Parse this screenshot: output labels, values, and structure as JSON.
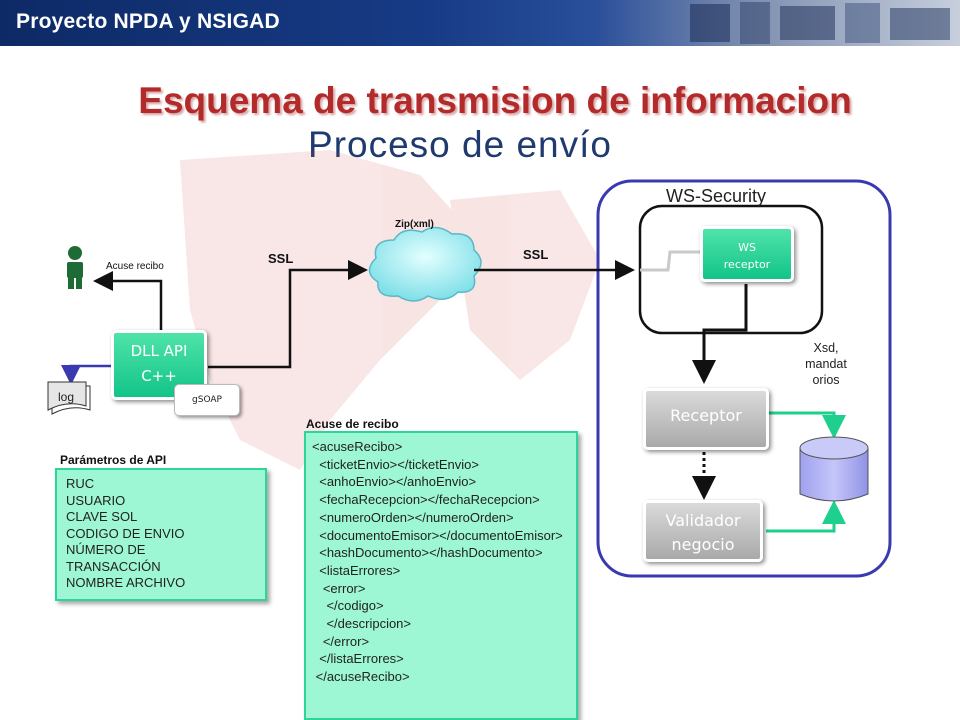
{
  "header": {
    "title": "Proyecto NPDA y NSIGAD",
    "bar_color": "#173b86"
  },
  "slide": {
    "title": "Esquema de transmision de informacion",
    "subtitle": "Proceso de envío"
  },
  "diagram": {
    "actor_label": "Acuse recibo",
    "dll_box": {
      "line1": "DLL API",
      "line2": "C++"
    },
    "gsoap_label": "gSOAP",
    "log_label": "log",
    "ssl_left": "SSL",
    "ssl_right": "SSL",
    "cloud_label": "Zip(xml)",
    "ws_security_label": "WS-Security",
    "ws_receptor": {
      "line1": "WS",
      "line2": "receptor"
    },
    "receptor_label": "Receptor",
    "validador": {
      "line1": "Validador",
      "line2": "negocio"
    },
    "xsd_label": {
      "line1": "Xsd,",
      "line2": "mandat",
      "line3": "orios"
    },
    "params_title": "Parámetros de API",
    "params": [
      "RUC",
      "USUARIO",
      "CLAVE SOL",
      "CODIGO DE ENVIO",
      "NÚMERO DE",
      "TRANSACCIÓN",
      "NOMBRE ARCHIVO"
    ],
    "acuse_title": "Acuse de recibo",
    "acuse_xml": [
      "<acuseRecibo>",
      "  <ticketEnvio></ticketEnvio>",
      "  <anhoEnvio></anhoEnvio>",
      "  <fechaRecepcion></fechaRecepcion>",
      "  <numeroOrden></numeroOrden>",
      "  <documentoEmisor></documentoEmisor>",
      "  <hashDocumento></hashDocumento>",
      "  <listaErrores>",
      "   <error>",
      "    </codigo>",
      "    </descripcion>",
      "   </error>",
      "  </listaErrores>",
      " </acuseRecibo>"
    ],
    "colors": {
      "green": "#12c489",
      "mint": "#9df7d4",
      "security_border": "#3a3ab0",
      "title_red": "#b22a2a",
      "subtitle_blue": "#1f3a6e",
      "db_fill": "#a8aaf4"
    }
  }
}
